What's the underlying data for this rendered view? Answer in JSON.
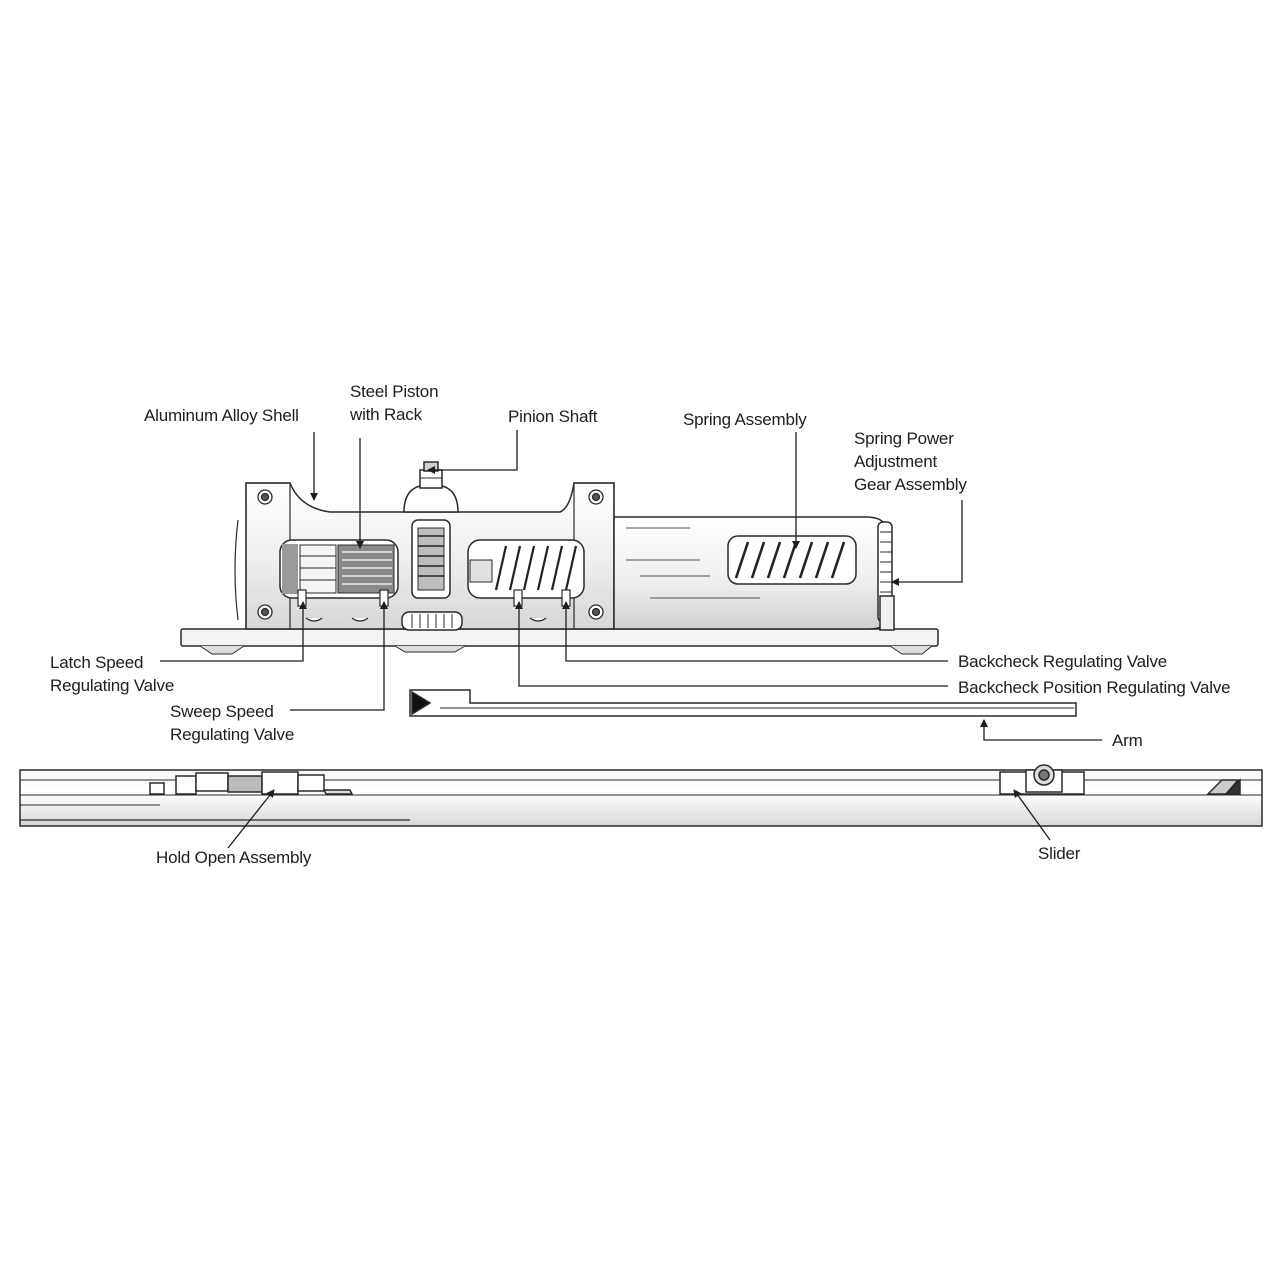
{
  "labels": {
    "aluminum_alloy_shell": "Aluminum Alloy Shell",
    "steel_piston_line1": "Steel Piston",
    "steel_piston_line2": "with Rack",
    "pinion_shaft": "Pinion Shaft",
    "spring_assembly": "Spring Assembly",
    "spring_power_line1": "Spring Power",
    "spring_power_line2": "Adjustment",
    "spring_power_line3": "Gear Assembly",
    "latch_speed_line1": "Latch Speed",
    "latch_speed_line2": "Regulating Valve",
    "sweep_speed_line1": "Sweep Speed",
    "sweep_speed_line2": "Regulating Valve",
    "backcheck_regulating_valve": "Backcheck Regulating Valve",
    "backcheck_position_regulating_valve": "Backcheck Position Regulating Valve",
    "arm": "Arm",
    "hold_open_assembly": "Hold Open Assembly",
    "slider": "Slider"
  }
}
